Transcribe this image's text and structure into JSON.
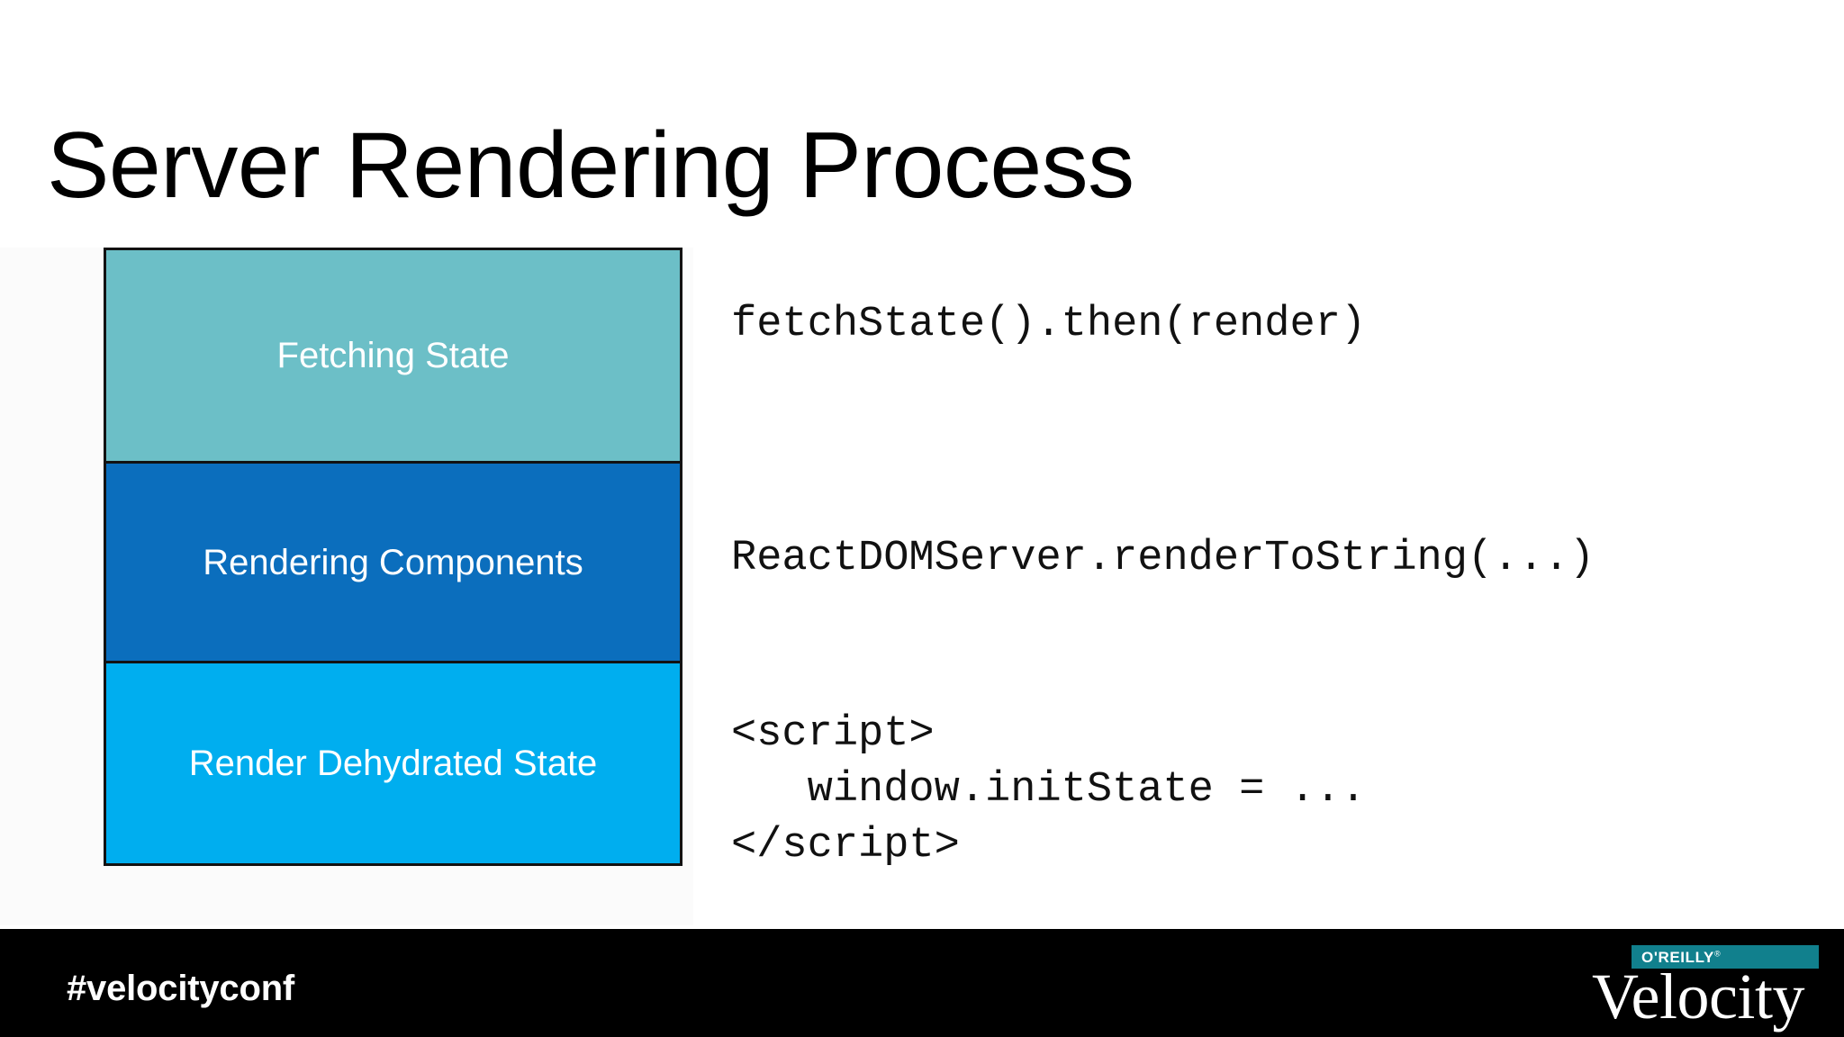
{
  "slide": {
    "title": "Server Rendering Process",
    "background_color": "#ffffff"
  },
  "diagram": {
    "type": "stacked-process-flow",
    "stages": [
      {
        "label": "Fetching State",
        "color": "#6CBFC7",
        "code": "fetchState().then(render)"
      },
      {
        "label": "Rendering Components",
        "color": "#0B6EBD",
        "code": "ReactDOMServer.renderToString(...)"
      },
      {
        "label": "Render Dehydrated State",
        "color": "#00AEEF",
        "code": "<script>\n   window.initState = ...\n</script>"
      }
    ]
  },
  "footer": {
    "hashtag": "#velocityconf",
    "background_color": "#000000",
    "logo": {
      "publisher": "O'REILLY",
      "registered_mark": "®",
      "conference": "Velocity",
      "banner_color": "#11808D"
    }
  }
}
